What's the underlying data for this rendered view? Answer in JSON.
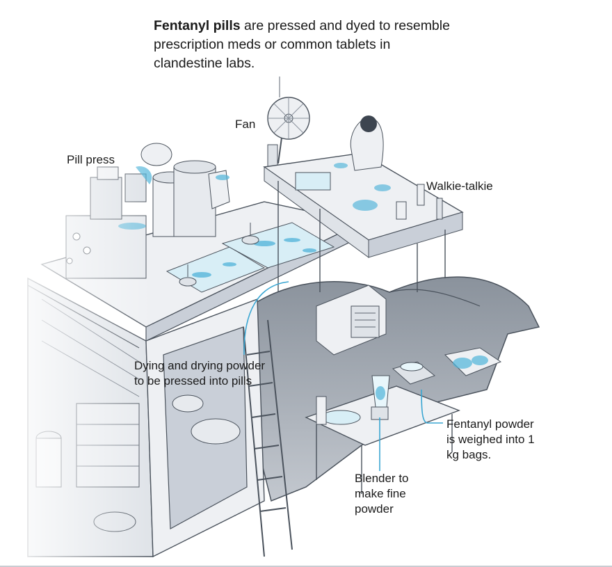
{
  "headline": {
    "bold": "Fentanyl pills",
    "rest": " are pressed and dyed to resemble prescription meds or common tablets in clandestine labs."
  },
  "labels": {
    "fan": "Fan",
    "pill_press": "Pill press",
    "walkie_talkie": "Walkie-talkie",
    "dying_drying": [
      "Dying and drying powder",
      "to be pressed into pills"
    ],
    "fentanyl_powder": [
      "Fentanyl powder",
      "is weighed into 1",
      "kg bags."
    ],
    "blender": [
      "Blender to",
      "make fine",
      "powder"
    ]
  },
  "colors": {
    "ink": "#1a1a1a",
    "line_art": "#5c6470",
    "shade": "#c9cfd8",
    "accent_blue": "#4fb3d9",
    "leader": "#3aa6d2"
  }
}
